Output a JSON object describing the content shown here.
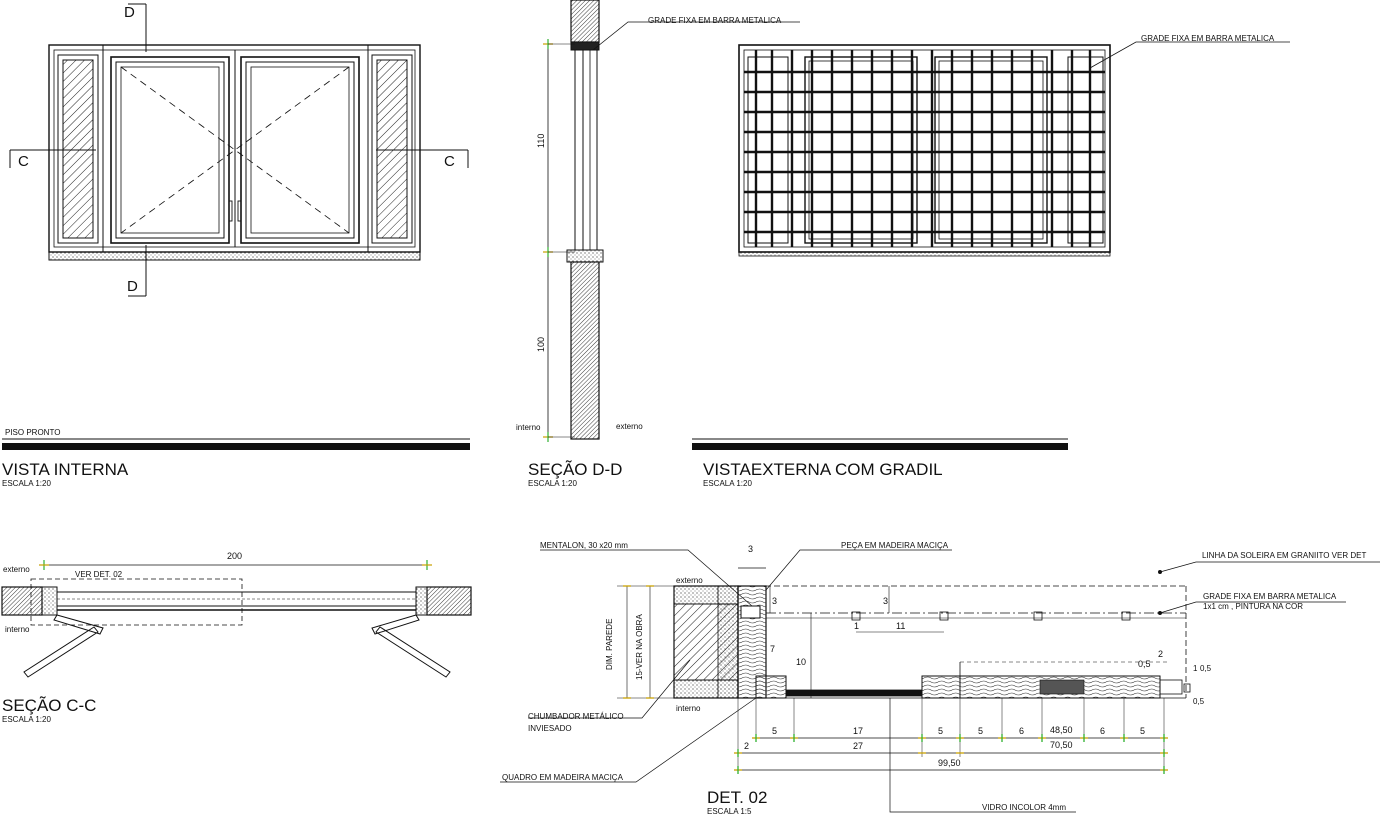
{
  "views": {
    "vista_interna": {
      "title": "VISTA INTERNA",
      "scale": "ESCALA 1:20",
      "floor_label": "PISO PRONTO",
      "cut_c": "C",
      "cut_d": "D"
    },
    "secao_dd": {
      "title": "SEÇÃO D-D",
      "scale": "ESCALA 1:20",
      "grade_label": "GRADE FIXA EM BARRA METALICA",
      "dim_upper": "110",
      "dim_lower": "100",
      "interno": "interno",
      "externo": "externo"
    },
    "vista_externa": {
      "title": "VISTAEXTERNA COM GRADIL",
      "scale": "ESCALA 1:20",
      "grade_label": "GRADE FIXA EM BARRA METALICA"
    },
    "secao_cc": {
      "title": "SEÇÃO C-C",
      "scale": "ESCALA 1:20",
      "dim_width": "200",
      "ver_det": "VER DET. 02",
      "externo": "externo",
      "interno": "interno"
    },
    "det02": {
      "title": "DET. 02",
      "scale": "ESCALA 1:5",
      "labels": {
        "mentalon": "MENTALON, 30 x20 mm",
        "peca": "PEÇA EM MADEIRA MACIÇA",
        "soleira": "LINHA DA SOLEIRA  EM GRANIITO VER DET",
        "grade": "GRADE FIXA EM BARRA METALICA",
        "grade_sub": "1x1 cm , PINTURA NA COR",
        "chumbador": "CHUMBADOR METÁLICO",
        "inviesado": "INVIESADO",
        "quadro": "QUADRO EM MADEIRA MACIÇA",
        "vidro": "VIDRO INCOLOR 4mm",
        "externo": "externo",
        "interno": "interno",
        "dim_parede": "DIM. PAREDE",
        "ver_obra": "15-VER NA OBRA"
      },
      "dims": {
        "d3_top": "3",
        "d3_side": "3",
        "d3_mid": "3",
        "d7": "7",
        "d10": "10",
        "d1": "1",
        "d11": "11",
        "d05a": "0,5",
        "d2_right": "2",
        "d05b": "0,5",
        "d1_right": "1",
        "d05c": "0,5",
        "r1_5a": "5",
        "r1_17": "17",
        "r1_5b": "5",
        "r1_5c": "5",
        "r1_6a": "6",
        "r1_4850": "48,50",
        "r1_6b": "6",
        "r1_5d": "5",
        "r2_2": "2",
        "r2_27": "27",
        "r2_7050": "70,50",
        "r3_9950": "99,50"
      }
    }
  }
}
